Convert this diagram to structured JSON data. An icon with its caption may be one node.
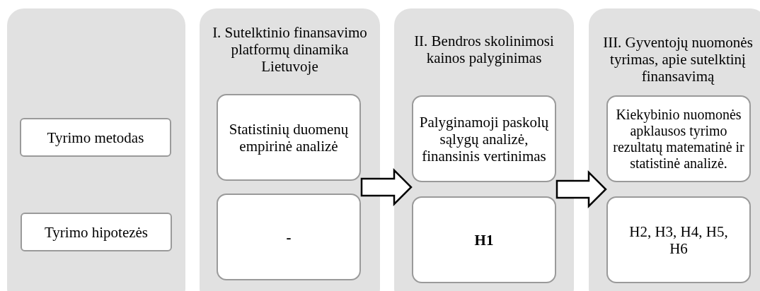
{
  "diagram": {
    "nodes": [
      {
        "text": [],
        "shape": "box"
      },
      {
        "text": [
          "Tyrimo metodas"
        ],
        "in": 0
      },
      {
        "text": [
          "Tyrimo hipotezės"
        ],
        "in": 0
      },
      {
        "text": [
          "I. Sutelktinio finansavimo platformų dinamika Lietuvoje"
        ]
      },
      {
        "text": [
          "Statistinių duomenų empirinė analizė"
        ],
        "in": 3
      },
      {
        "text": [
          "-"
        ],
        "in": 3
      },
      {
        "text": [
          "II. Bendros skolinimosi kainos palyginimas"
        ]
      },
      {
        "text": [
          "Palyginamoji paskolų sąlygų analizė, finansinis vertinimas"
        ],
        "in": 6
      },
      {
        "text": [
          "H1"
        ],
        "in": 6
      },
      {
        "text": [
          "III. Gyventojų nuomonės tyrimas, apie sutelktinį finansavimą"
        ]
      },
      {
        "text": [
          "Kiekybinio nuomonės apklausos tyrimo rezultatų matematinė ir statistinė analizė."
        ],
        "in": 9
      },
      {
        "text": [
          "H2, H3, H4, H5, H6"
        ],
        "in": 9
      }
    ],
    "edges": [
      {
        "from": 3,
        "to": 6,
        "arrow": "to"
      },
      {
        "from": 6,
        "to": 9,
        "arrow": "to"
      }
    ]
  }
}
